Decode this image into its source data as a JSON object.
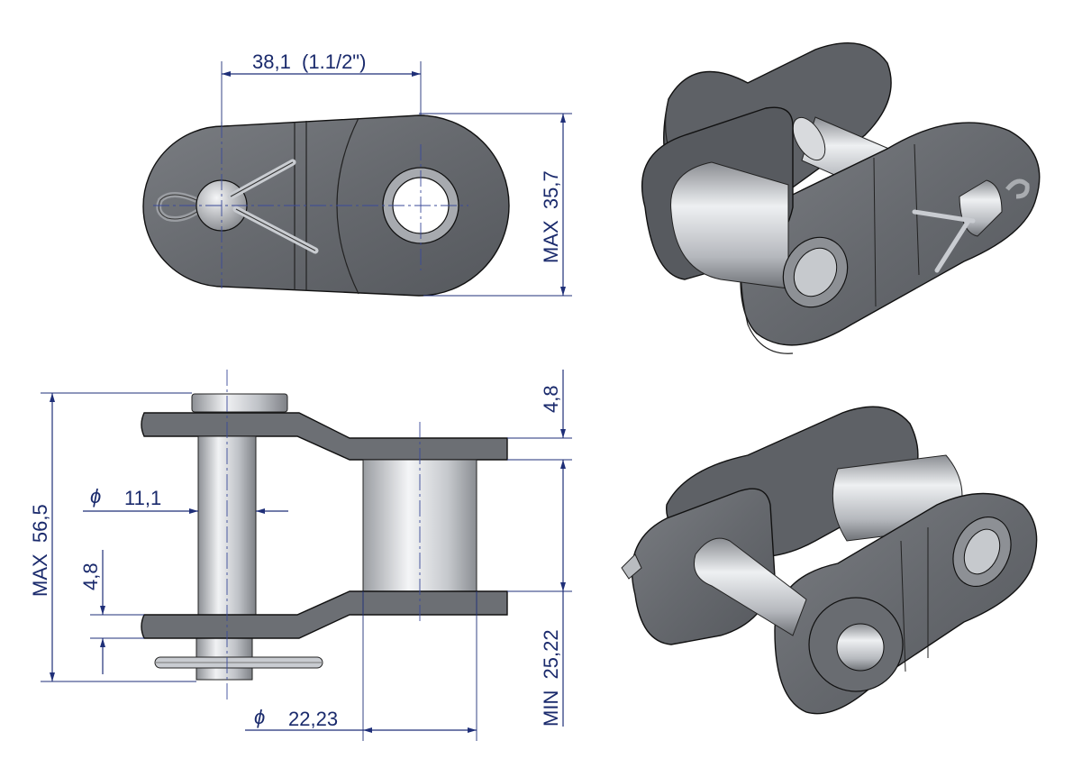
{
  "drawing": {
    "dimensions": {
      "pitch": "38,1  (1.1/2\")",
      "plate_height": "MAX  35,7",
      "overall_width": "MAX  56,5",
      "plate_thickness_top": "4,8",
      "plate_thickness_side": "4,8",
      "pin_diameter_symbol": "ϕ",
      "pin_diameter": "11,1",
      "roller_diameter_symbol": "ϕ",
      "roller_diameter": "22,23",
      "inner_width": "MIN  25,22"
    },
    "colors": {
      "dimension": "#1f2f78",
      "plate": "#6f7277",
      "pin": "#c9ccd1",
      "background": "#ffffff"
    }
  }
}
